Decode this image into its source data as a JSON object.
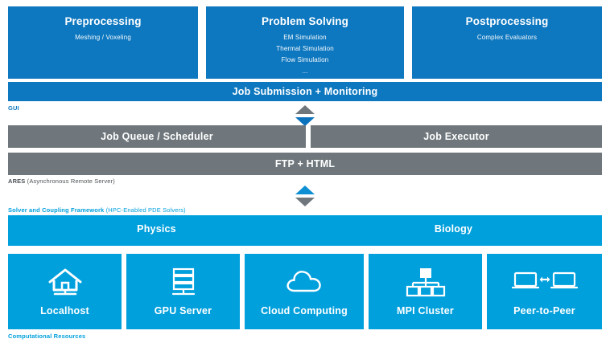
{
  "diagram": {
    "top_row": [
      {
        "title": "Preprocessing",
        "items": [
          "Meshing / Voxeling"
        ]
      },
      {
        "title": "Problem Solving",
        "items": [
          "EM Simulation",
          "Thermal Simulation",
          "Flow Simulation",
          "..."
        ]
      },
      {
        "title": "Postprocessing",
        "items": [
          "Complex Evaluators"
        ]
      }
    ],
    "gui_bar": {
      "label": "Job Submission + Monitoring",
      "caption": "GUI"
    },
    "ares": {
      "left_bar": "Job Queue / Scheduler",
      "right_bar": "Job Executor",
      "transport_bar": "FTP + HTML",
      "caption_bold": "ARES",
      "caption_light": " (Asynchronous Remote Server)"
    },
    "solver": {
      "caption_bold": "Solver and Coupling Framework",
      "caption_light": " (HPC-Enabled PDE Solvers)",
      "domains": [
        "Physics",
        "Biology"
      ]
    },
    "resources": {
      "caption": "Computational Resources",
      "tiles": [
        {
          "label": "Localhost",
          "icon": "house-icon"
        },
        {
          "label": "GPU Server",
          "icon": "server-stack-icon"
        },
        {
          "label": "Cloud  Computing",
          "icon": "cloud-icon"
        },
        {
          "label": "MPI Cluster",
          "icon": "cluster-tree-icon"
        },
        {
          "label": "Peer-to-Peer",
          "icon": "two-laptops-icon"
        }
      ]
    },
    "colors": {
      "blue_dark": "#0d77bf",
      "blue_bright": "#00a0dd",
      "gray": "#6f777c",
      "background": "#ffffff"
    }
  }
}
